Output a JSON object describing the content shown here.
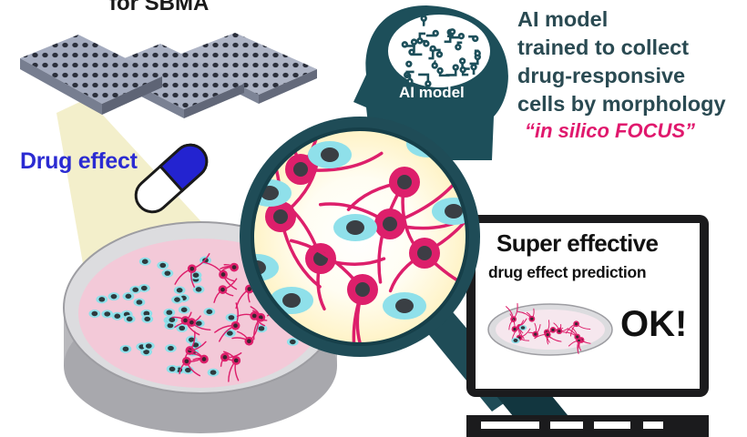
{
  "plates": {
    "title": "for SBMA"
  },
  "drug": {
    "label": "Drug effect"
  },
  "ai": {
    "head_label": "AI model",
    "description": [
      "AI model",
      "trained to collect",
      "drug-responsive",
      "cells by morphology"
    ],
    "method_name": "“in silico FOCUS”"
  },
  "monitor": {
    "title": "Super effective",
    "subtitle": "drug effect prediction",
    "result": "OK!"
  },
  "colors": {
    "ai_head": "#1d4f5a",
    "plate": "#9aa1b4",
    "magnifier": "#21525e",
    "cell_cyan": "#8fe0ea",
    "cell_magenta": "#dd1f6b",
    "dish_medium": "#f3c9d8",
    "drug_text": "#2b2bd2",
    "focus_text": "#e0186d",
    "capsule_blue": "#2323d0"
  }
}
